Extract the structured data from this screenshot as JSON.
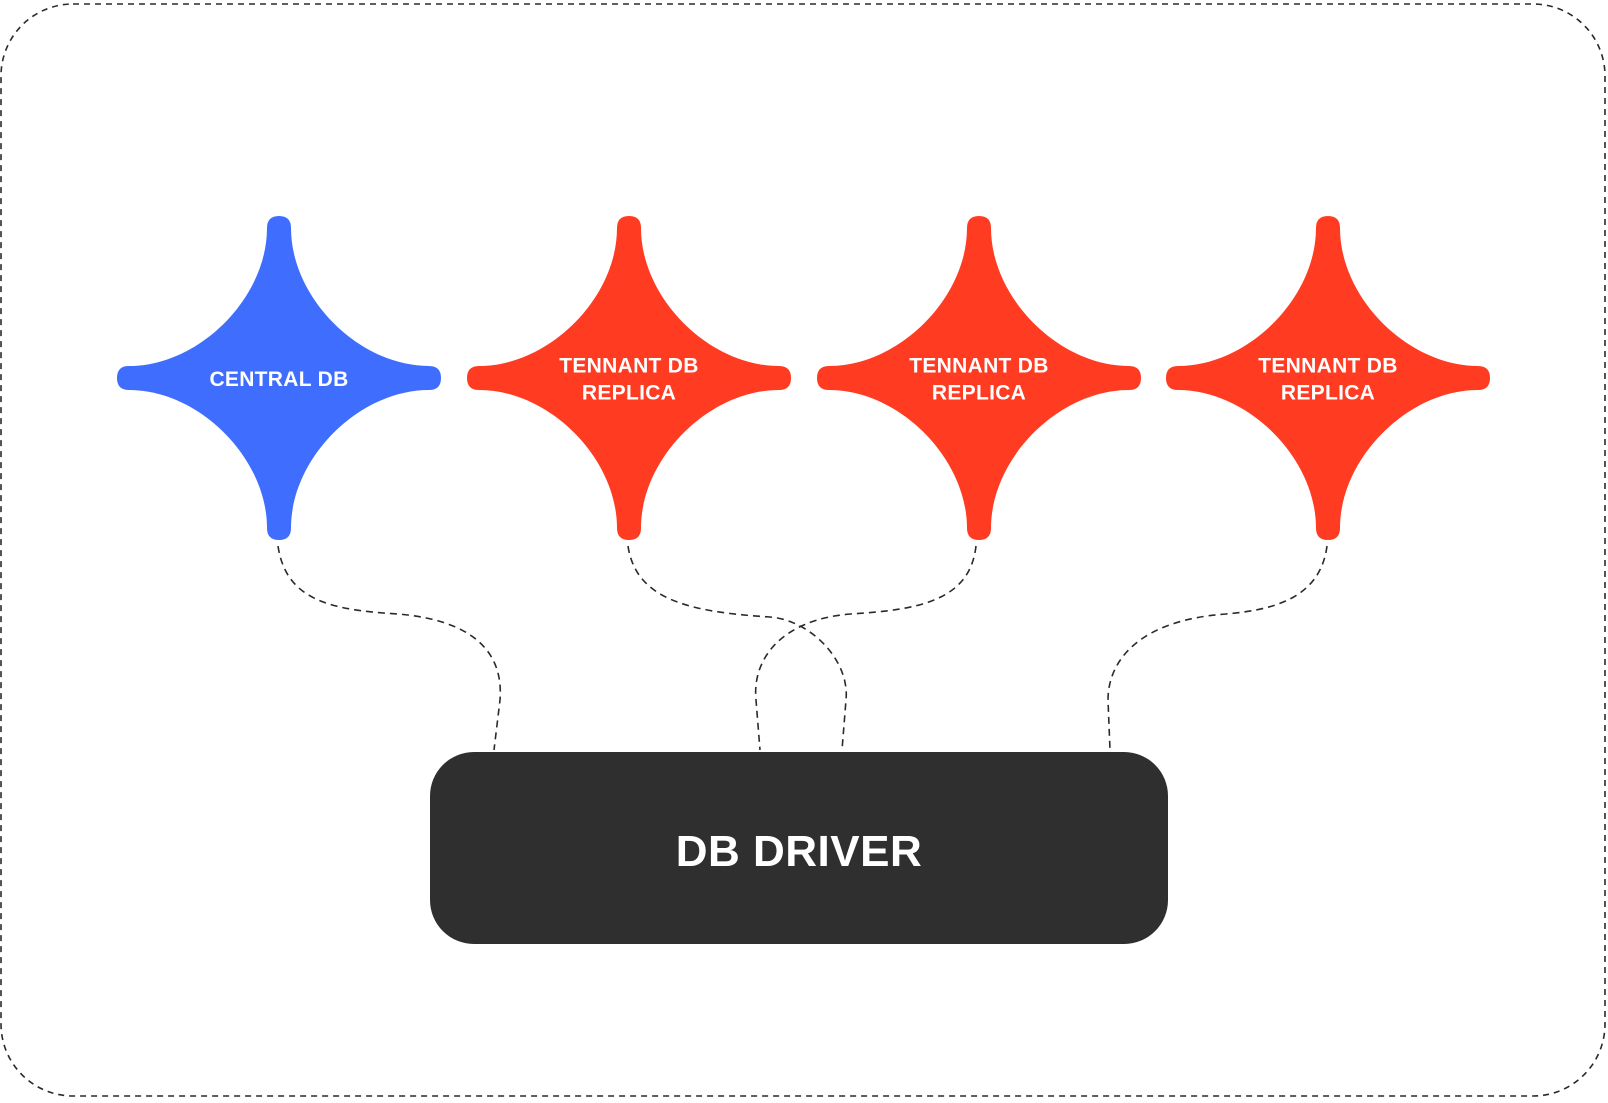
{
  "colors": {
    "central": "#3f6eff",
    "tenant": "#ff3b22",
    "driver": "#2f2f2f",
    "label": "#ffffff"
  },
  "nodes": [
    {
      "kind": "central",
      "lines": [
        "CENTRAL DB"
      ]
    },
    {
      "kind": "tenant",
      "lines": [
        "TENNANT DB",
        "REPLICA"
      ]
    },
    {
      "kind": "tenant",
      "lines": [
        "TENNANT DB",
        "REPLICA"
      ]
    },
    {
      "kind": "tenant",
      "lines": [
        "TENNANT DB",
        "REPLICA"
      ]
    }
  ],
  "driver": {
    "label": "DB DRIVER"
  }
}
